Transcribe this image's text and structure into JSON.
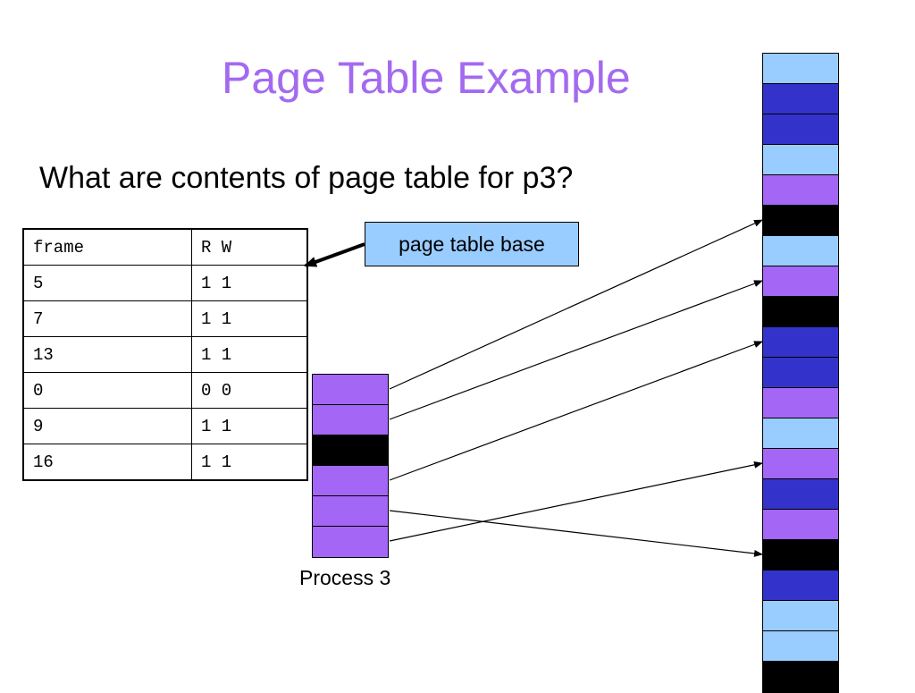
{
  "slide": {
    "title": "Page Table Example",
    "question": "What are contents of page table for p3?"
  },
  "page_table": {
    "headers": [
      "frame",
      "R W"
    ],
    "rows": [
      {
        "frame": "5",
        "rw": "1 1"
      },
      {
        "frame": "7",
        "rw": "1 1"
      },
      {
        "frame": "13",
        "rw": "1 1"
      },
      {
        "frame": "0",
        "rw": "0 0"
      },
      {
        "frame": "9",
        "rw": "1 1"
      },
      {
        "frame": "16",
        "rw": "1 1"
      }
    ]
  },
  "page_table_base": {
    "label": "page table base"
  },
  "process": {
    "label": "Process 3",
    "pages": [
      "purple",
      "purple",
      "black",
      "purple",
      "purple",
      "purple"
    ]
  },
  "memory": {
    "frames": [
      "light",
      "dark",
      "dark",
      "light",
      "purple",
      "black",
      "light",
      "purple",
      "black",
      "dark",
      "dark",
      "purple",
      "light",
      "purple",
      "dark",
      "purple",
      "black",
      "dark",
      "light",
      "light",
      "black"
    ]
  },
  "mappings": [
    {
      "page": 0,
      "frame": 5
    },
    {
      "page": 1,
      "frame": 7
    },
    {
      "page": 3,
      "frame": 9
    },
    {
      "page": 4,
      "frame": 16
    },
    {
      "page": 5,
      "frame": 13
    }
  ],
  "colors": {
    "title": "#a36af0",
    "light": "#99ccff",
    "dark": "#3333cc",
    "purple": "#a366f5",
    "black": "#000000",
    "base_box": "#99ccff"
  }
}
